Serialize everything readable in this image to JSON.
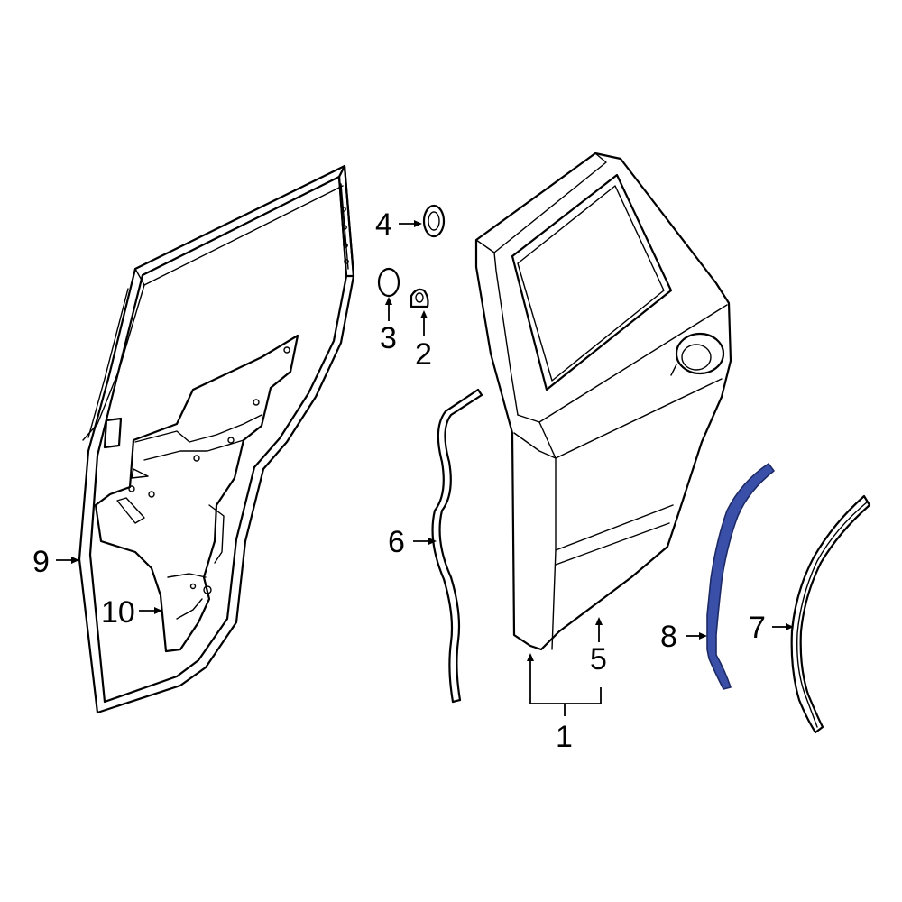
{
  "callouts": [
    {
      "id": "1",
      "label": "1"
    },
    {
      "id": "2",
      "label": "2"
    },
    {
      "id": "3",
      "label": "3"
    },
    {
      "id": "4",
      "label": "4"
    },
    {
      "id": "5",
      "label": "5"
    },
    {
      "id": "6",
      "label": "6"
    },
    {
      "id": "7",
      "label": "7"
    },
    {
      "id": "8",
      "label": "8"
    },
    {
      "id": "9",
      "label": "9"
    },
    {
      "id": "10",
      "label": "10"
    }
  ],
  "colors": {
    "highlighted_part": "#3a4fa8",
    "line": "#000000",
    "background": "#ffffff"
  },
  "highlighted_callout": "8"
}
